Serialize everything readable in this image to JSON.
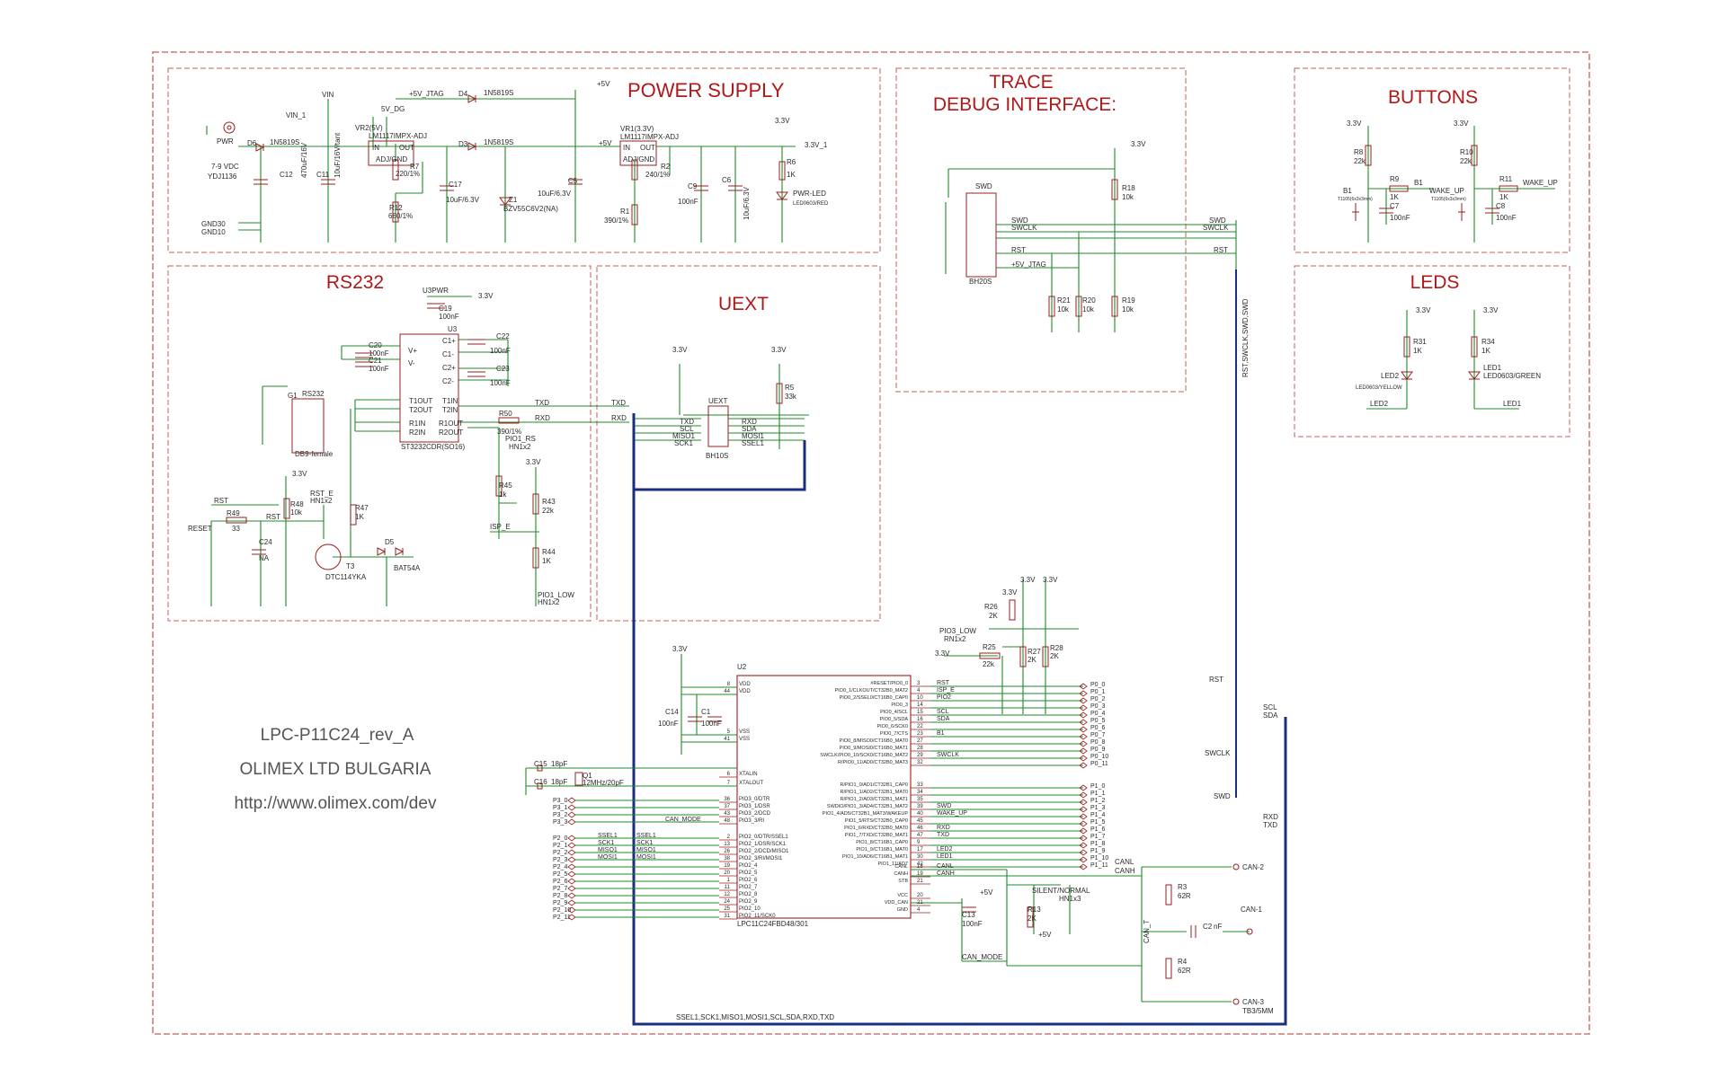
{
  "sections": {
    "power_supply": "POWER SUPPLY",
    "trace_line1": "TRACE",
    "trace_line2": "DEBUG INTERFACE:",
    "buttons": "BUTTONS",
    "leds": "LEDS",
    "rs232": "RS232",
    "uext": "UEXT"
  },
  "titleblock": {
    "board": "LPC-P11C24_rev_A",
    "company": "OLIMEX LTD BULGARIA",
    "url": "http://www.olimex.com/dev"
  },
  "power": {
    "vin": "VIN",
    "vin1": "VIN_1",
    "pwr": "PWR",
    "vdc": "7-9 VDC",
    "jack": "YDJ1136",
    "d6": "D6",
    "d6v": "1N5819S",
    "c12": "C12",
    "c12v": "470uF/16V",
    "c11": "C11",
    "c11v": "10uF/16V/tant",
    "gnd30": "GND30",
    "gnd10": "GND10",
    "jtag5v": "+5V_JTAG",
    "d4": "D4",
    "d4v": "1N5819S",
    "d3": "D3",
    "d3v": "1N5819S",
    "vr2": "VR2(5V)",
    "vr2v": "LM1117IMPX-ADJ",
    "dg": "5V_DG",
    "r7": "R7",
    "r7v": "220/1%",
    "r12": "R12",
    "r12v": "680/1%",
    "c17": "C17",
    "c17v": "10uF/6.3V",
    "z1": "Z1",
    "z1v": "BZV55C6V2(NA)",
    "p5v": "+5V",
    "c5": "C5",
    "c5v": "10uF/6.3V",
    "vr1": "VR1(3.3V)",
    "vr1v": "LM1117IMPX-ADJ",
    "r2": "R2",
    "r2v": "240/1%",
    "r1": "R1",
    "r1v": "390/1%",
    "c9": "C9",
    "c9v": "100nF",
    "c6": "C6",
    "c6v": "10uF/6.3V",
    "v33": "3.3V",
    "v33_1": "3.3V_1",
    "r6": "R6",
    "r6v": "1K",
    "pwrled": "PWR-LED",
    "pwrledv": "LED0603/RED",
    "pin_in": "IN",
    "pin_out": "OUT",
    "pin_adj": "ADJ/GND"
  },
  "trace": {
    "swd": "SWD",
    "bh": "BH20S",
    "r18": "R18",
    "r18v": "10k",
    "r19": "R19",
    "r19v": "10k",
    "r20": "R20",
    "r20v": "10k",
    "r21": "R21",
    "r21v": "10k",
    "swdclk": "SWCLK",
    "rst": "RST",
    "jtag": "+5V_JTAG",
    "bus": "RST,SWCLK,SWD,SWD"
  },
  "buttons": {
    "r8": "R8",
    "r8v": "22k",
    "r9": "R9",
    "r9v": "1K",
    "b1": "B1",
    "b1net": "B1",
    "c7": "C7",
    "c7v": "100nF",
    "r10": "R10",
    "r10v": "22k",
    "r11": "R11",
    "r11v": "1K",
    "wake": "WAKE_UP",
    "wake2": "WAKE_UP",
    "c8": "C8",
    "c8v": "100nF",
    "sw": "T1105(6x3x3mm)"
  },
  "leds": {
    "r31": "R31",
    "r31v": "1K",
    "led2": "LED2",
    "led2v": "LED0603/YELLOW",
    "led2net": "LED2",
    "r34": "R34",
    "r34v": "1K",
    "led1": "LED1",
    "led1v": "LED0603/GREEN",
    "led1net": "LED1"
  },
  "rs232": {
    "u3pwr": "U3PWR",
    "c19": "C19",
    "c19v": "100nF",
    "u3": "U3",
    "c20": "C20",
    "c20v": "100nF",
    "c21": "C21",
    "c21v": "100nF",
    "c22": "C22",
    "c22v": "100nF",
    "c23": "C23",
    "c23v": "100nF",
    "g1": "G1",
    "rs232": "RS232",
    "db9": "DB9-female",
    "chip": "ST3232CDR(SO16)",
    "t1in": "T1IN",
    "t2in": "T2IN",
    "t1out": "T1OUT",
    "t2out": "T2OUT",
    "r1in": "R1IN",
    "r2in": "R2IN",
    "r1out": "R1OUT",
    "r2out": "R2OUT",
    "c1p": "C1+",
    "c1m": "C1-",
    "c2p": "C2+",
    "c2m": "C2-",
    "vp": "V+",
    "vm": "V-",
    "txd": "TXD",
    "rxd": "RXD",
    "r50": "R50",
    "r50v": "390/1%",
    "pio1rs": "PIO1_RS",
    "hn": "HN1x2",
    "r45": "R45",
    "r45v": "1k",
    "r43": "R43",
    "r43v": "22k",
    "isp": "ISP_E",
    "r44": "R44",
    "r44v": "1K",
    "pio1low": "PIO1_LOW",
    "hn2": "HN1x2",
    "rst": "RST",
    "rst2": "RST",
    "rste": "RST_E",
    "hnr": "HN1x2",
    "r48": "R48",
    "r48v": "10k",
    "r49": "R49",
    "r49v": "33",
    "reset": "RESET",
    "c24": "C24",
    "c24v": "NA",
    "r47": "R47",
    "r47v": "1K",
    "t3": "T3",
    "t3v": "DTC114YKA",
    "d5": "D5",
    "d5v": "BAT54A"
  },
  "uext": {
    "uext": "UEXT",
    "r5": "R5",
    "r5v": "33k",
    "txd": "TXD",
    "scl": "SCL",
    "miso1": "MISO1",
    "sck1": "SCK1",
    "rxd": "RXD",
    "sda": "SDA",
    "mosi1": "MOSI1",
    "ssel1": "SSEL1",
    "bh": "BH10S",
    "txd_r": "TXD",
    "rxd_r": "RXD"
  },
  "mcu": {
    "u2": "U2",
    "part": "LPC11C24FBD48/301",
    "c14": "C14",
    "c14v": "100nF",
    "c1": "C1",
    "c1v": "100nF",
    "c15": "C15",
    "c15v": "18pF",
    "c16": "C16",
    "c16v": "18pF",
    "q1": "Q1",
    "q1v": "12MHz/20pF",
    "left_pins": [
      {
        "num": "8",
        "name": "VDD"
      },
      {
        "num": "44",
        "name": "VDD"
      },
      {
        "num": "5",
        "name": "VSS"
      },
      {
        "num": "41",
        "name": "VSS"
      },
      {
        "num": "6",
        "name": "XTALIN"
      },
      {
        "num": "7",
        "name": "XTALOUT"
      },
      {
        "num": "36",
        "name": "PIO3_0/DTR"
      },
      {
        "num": "37",
        "name": "PIO3_1/DSR"
      },
      {
        "num": "43",
        "name": "PIO3_2/DCD"
      },
      {
        "num": "48",
        "name": "PIO3_3/RI"
      },
      {
        "num": "2",
        "name": "PIO2_0/DTR/SSEL1"
      },
      {
        "num": "13",
        "name": "PIO2_1/DSR/SCK1"
      },
      {
        "num": "26",
        "name": "PIO2_2/DCD/MISO1"
      },
      {
        "num": "38",
        "name": "PIO2_3/RI/MOSI1"
      },
      {
        "num": "19",
        "name": "PIO2_4"
      },
      {
        "num": "20",
        "name": "PIO2_5"
      },
      {
        "num": "1",
        "name": "PIO2_6"
      },
      {
        "num": "11",
        "name": "PIO2_7"
      },
      {
        "num": "12",
        "name": "PIO2_8"
      },
      {
        "num": "24",
        "name": "PIO2_9"
      },
      {
        "num": "25",
        "name": "PIO2_10"
      },
      {
        "num": "31",
        "name": "PIO2_11/SCK0"
      }
    ],
    "right_pins": [
      {
        "num": "3",
        "name": "#RESET/PIO0_0"
      },
      {
        "num": "4",
        "name": "PIO0_1/CLKOUT/CT32B0_MAT2"
      },
      {
        "num": "10",
        "name": "PIO0_2/SSEL0/CT16B0_CAP0"
      },
      {
        "num": "14",
        "name": "PIO0_3"
      },
      {
        "num": "15",
        "name": "PIO0_4/SCL"
      },
      {
        "num": "16",
        "name": "PIO0_5/SDA"
      },
      {
        "num": "22",
        "name": "PIO0_6/SCK0"
      },
      {
        "num": "23",
        "name": "PIO0_7/CTS"
      },
      {
        "num": "27",
        "name": "PIO0_8/MISO0/CT16B0_MAT0"
      },
      {
        "num": "28",
        "name": "PIO0_9/MOSI0/CT16B0_MAT1"
      },
      {
        "num": "29",
        "name": "SWCLK/PIO0_10/SCK0/CT16B0_MAT2"
      },
      {
        "num": "32",
        "name": "R/PIO0_11/AD0/CT32B0_MAT3"
      },
      {
        "num": "33",
        "name": "R/PIO1_0/AD1/CT32B1_CAP0"
      },
      {
        "num": "34",
        "name": "R/PIO1_1/AD2/CT32B1_MAT0"
      },
      {
        "num": "35",
        "name": "R/PIO1_2/AD3/CT32B1_MAT1"
      },
      {
        "num": "39",
        "name": "SWDIO/PIO1_3/AD4/CT32B1_MAT2"
      },
      {
        "num": "40",
        "name": "PIO1_4/AD5/CT32B1_MAT3/WAKEUP"
      },
      {
        "num": "45",
        "name": "PIO1_5/RTS/CT32B0_CAP0"
      },
      {
        "num": "46",
        "name": "PIO1_6/RXD/CT32B0_MAT0"
      },
      {
        "num": "47",
        "name": "PIO1_7/TXD/CT32B0_MAT1"
      },
      {
        "num": "9",
        "name": "PIO1_8/CT16B1_CAP0"
      },
      {
        "num": "17",
        "name": "PIO1_9/CT16B1_MAT0"
      },
      {
        "num": "30",
        "name": "PIO1_10/AD6/CT16B1_MAT1"
      },
      {
        "num": "42",
        "name": "PIO1_11/AD7"
      },
      {
        "num": "18",
        "name": "CANL"
      },
      {
        "num": "19",
        "name": "CANH"
      },
      {
        "num": "21",
        "name": "STB"
      },
      {
        "num": "20",
        "name": "VCC"
      },
      {
        "num": "21",
        "name": "VDD_CAN"
      },
      {
        "num": "4",
        "name": "GND"
      }
    ],
    "right_nets": [
      "RST",
      "ISP_E",
      "PIO2",
      "",
      "SCL",
      "SDA",
      "",
      "B1",
      "",
      "",
      "SWCLK",
      "",
      "",
      "",
      "",
      "SWD",
      "WAKE_UP",
      "",
      "RXD",
      "TXD",
      "",
      "LED2",
      "LED1",
      "",
      "CANL",
      "CANH",
      "",
      "",
      "",
      ""
    ],
    "left_conn": [
      "P3_0",
      "P3_1",
      "P3_2",
      "P3_3",
      "P2_0",
      "P2_1",
      "P2_2",
      "P2_3",
      "P2_4",
      "P2_5",
      "P2_6",
      "P2_7",
      "P2_8",
      "P2_9",
      "P2_10",
      "P2_11"
    ],
    "left_nets": [
      "",
      "",
      "",
      "CAN_MODE",
      "SSEL1",
      "SCK1",
      "MISO1",
      "MOSI1",
      "",
      "",
      "",
      "",
      "",
      "",
      "",
      ""
    ],
    "right_conn_a": [
      "P0_0",
      "P0_1",
      "P0_2",
      "P0_3",
      "P0_4",
      "P0_5",
      "P0_6",
      "P0_7",
      "P0_8",
      "P0_9",
      "P0_10",
      "P0_11"
    ],
    "right_conn_b": [
      "P1_0",
      "P1_1",
      "P1_2",
      "P1_3",
      "P1_4",
      "P1_5",
      "P1_6",
      "P1_7",
      "P1_8",
      "P1_9",
      "P1_10",
      "P1_11"
    ],
    "r26": "R26",
    "r26v": "2K",
    "r25": "R25",
    "r25v": "22k",
    "r27": "R27",
    "r27v": "2K",
    "r28": "R28",
    "r28v": "2K",
    "pio3low": "PIO3_LOW",
    "rn": "RN1x2",
    "c13": "C13",
    "c13v": "100nF",
    "r13": "R13",
    "r13v": "2K",
    "silent": "SILENT/NORMAL",
    "hn3": "HN1x3",
    "canmode": "CAN_MODE",
    "r3": "R3",
    "r3v": "62R",
    "r4": "R4",
    "r4v": "62R",
    "can2": "CAN-2",
    "can1": "CAN-1",
    "can3": "CAN-3",
    "tb": "TB3/5MM",
    "cant": "CAN_T",
    "c2": "C2",
    "c2v": "nF",
    "canl": "CANL",
    "canh": "CANH",
    "rst_r": "RST",
    "scl_r": "SCL",
    "sda_r": "SDA",
    "swclk_r": "SWCLK",
    "swd_r": "SWD",
    "rxd_r": "RXD",
    "txd_r": "TXD",
    "bus_bottom": "SSEL1,SCK1,MISO1,MOSI1,SCL,SDA,RXD,TXD",
    "p5v": "+5V",
    "p5v2": "+5V"
  },
  "colors": {
    "frame": "#c0605a",
    "wire": "#1f8a2a",
    "part": "#9a1f1f",
    "text": "#2a2a2a",
    "bus": "#1b2e80",
    "title": "#b01818"
  }
}
